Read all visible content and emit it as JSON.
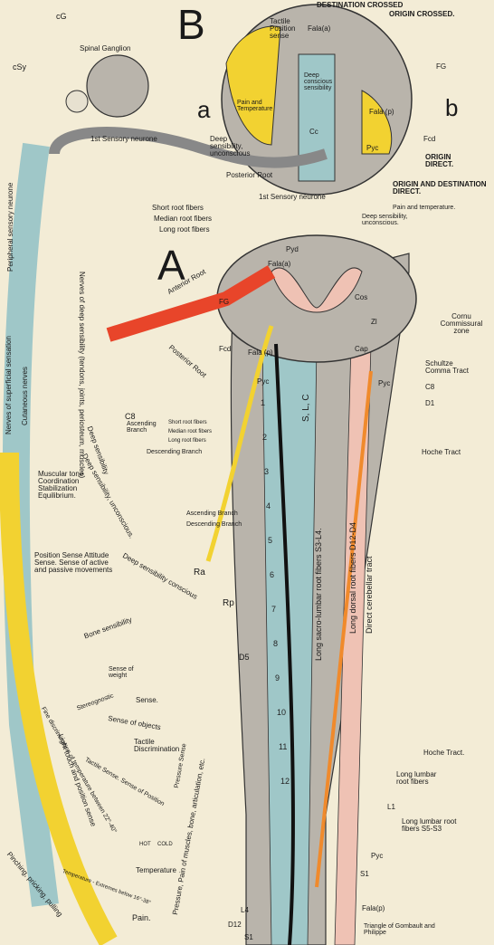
{
  "section_B": {
    "letter": "B",
    "destination_crossed": "DESTINATION CROSSED",
    "origin_crossed": "ORIGIN CROSSED.",
    "origin_direct": "ORIGIN DIRECT.",
    "origin_dest_direct": "ORIGIN AND DESTINATION DIRECT.",
    "tactile": "Tactile Position sense",
    "fala_a": "Fala(a)",
    "fala_p": "Fala (p)",
    "fg": "FG",
    "fcd": "Fcd",
    "pyc": "Pyc",
    "cc": "Cc",
    "a": "a",
    "b": "b",
    "pain_temp": "Pain and Temperature",
    "deep_unconscious": "Deep sensibility, unconscious",
    "deep_conscious": "Deep conscious sensibility",
    "pain_temp_bottom": "Pain and temperature.",
    "deep_unconscious_bottom": "Deep sensibility, unconscious.",
    "first_neurone": "1st Sensory neurone",
    "posterior_root": "Posterior Root",
    "short": "Short root fibers",
    "median": "Median root fibers",
    "long": "Long root fibers"
  },
  "ganglion": {
    "cg": "cG",
    "csy": "cSy",
    "spinal_ganglion": "Spinal Ganglion",
    "first_sensory": "1st Sensory neurone",
    "peripheral": "Peripheral sensory neurone",
    "superficial": "Nerves of superficial sensation",
    "cutaneous": "Cutaneous nerves",
    "deep_nerves": "Nerves of deep sensibility (tendons, joints, periosteum, muscles)"
  },
  "section_A": {
    "letter": "A",
    "pyd": "Pyd",
    "fala_a": "Fala(a)",
    "anterior_root": "Anterior Root",
    "fg": "FG",
    "fcd": "Fcd",
    "fala_p": "Fala (p)",
    "pyc": "Pyc",
    "cos": "Cos",
    "zl": "Zl",
    "cap": "Cap",
    "cornu": "Cornu Commissural zone",
    "c8": "C8",
    "posterior_root": "Posterior Root",
    "schultze": "Schultze Comma Tract",
    "c8_right": "C8",
    "d1": "D1",
    "hoche": "Hoche Tract",
    "asc_branch": "Ascending Branch",
    "short": "Short root fibers",
    "median": "Median root fibers",
    "long": "Long root fibers",
    "desc_branch": "Descending Branch",
    "asc_branch2": "Ascending Branch",
    "desc_branch2": "Descending Branch",
    "ra": "Ra",
    "rp": "Rp",
    "d5": "D5",
    "direct_cerebellar": "Direct cerebellar tract",
    "long_dorsal": "Long dorsal root fibers D12-D4",
    "long_sacro": "Long sacro-lumbar root fibers S3-L4.",
    "sl": "S, L, C",
    "hoche2": "Hoche Tract.",
    "long_lumbar": "Long lumbar root fibers",
    "l1": "L1",
    "long_lumbar_s": "Long lumbar root fibers S5-S3",
    "pyc_low": "Pyc",
    "s1": "S1",
    "fala_p_low": "Fala(p)",
    "triangle": "Triangle of Gombault and Philippe",
    "d12": "D12",
    "l4": "L4",
    "s1_low": "S1"
  },
  "sensations": {
    "muscular": "Muscular tone Coordination Stabilization Equilibrium.",
    "deep_uncon": "Deep sensibility, unconscious.",
    "deep_sens": "Deep sensibility",
    "position": "Position Sense Attitude Sense. Sense of active and passive movements",
    "deep_con": "Deep sensibility conscious",
    "bone": "Bone sensibility",
    "weight": "Sense of weight",
    "stereognostic": "Stereognostic",
    "sense": "Sense.",
    "objects": "Sense of objects",
    "tactile": "Tactile Discrimination",
    "tactile_sense": "Tactile Sense. Sense of Position",
    "pressure": "Pressure Sense",
    "light_touch": "Light touch and position sense",
    "temperature": "Temperature",
    "fine": "Fine discrimination of temperature between 22°-40°",
    "extremes": "Temperature - Extremes below 16°-38°",
    "pain": "Pain.",
    "pinching": "Pinching, pricking, pulling",
    "pressure_pain": "Pressure, Pain of muscles, bone, articulation, etc.",
    "hot": "HOT",
    "cold": "COLD"
  },
  "segments": [
    "1",
    "2",
    "3",
    "4",
    "5",
    "6",
    "7",
    "8",
    "9",
    "10",
    "11",
    "12"
  ],
  "colors": {
    "paper": "#f3ecd6",
    "yellow": "#f2d231",
    "blue": "#9fc7c8",
    "gray": "#b9b4ab",
    "red": "#e8452a",
    "pink": "#efc2b4",
    "black": "#111111"
  }
}
